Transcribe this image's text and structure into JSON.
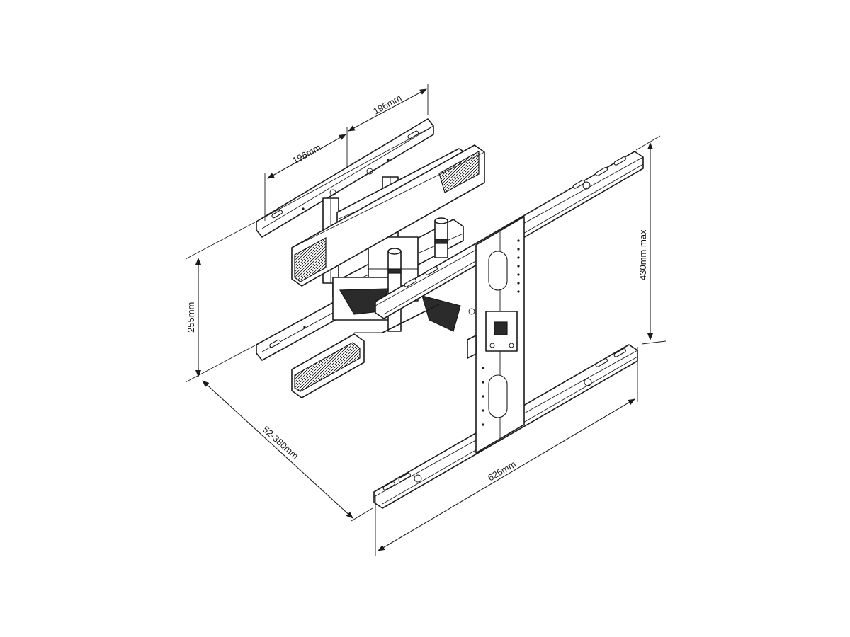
{
  "dimensions": {
    "arm_spacing_left": "196mm",
    "arm_spacing_right": "196mm",
    "wall_plate_height": "255mm",
    "extension": "52-380mm",
    "rail_width": "625mm",
    "max_vertical": "430mm max"
  }
}
